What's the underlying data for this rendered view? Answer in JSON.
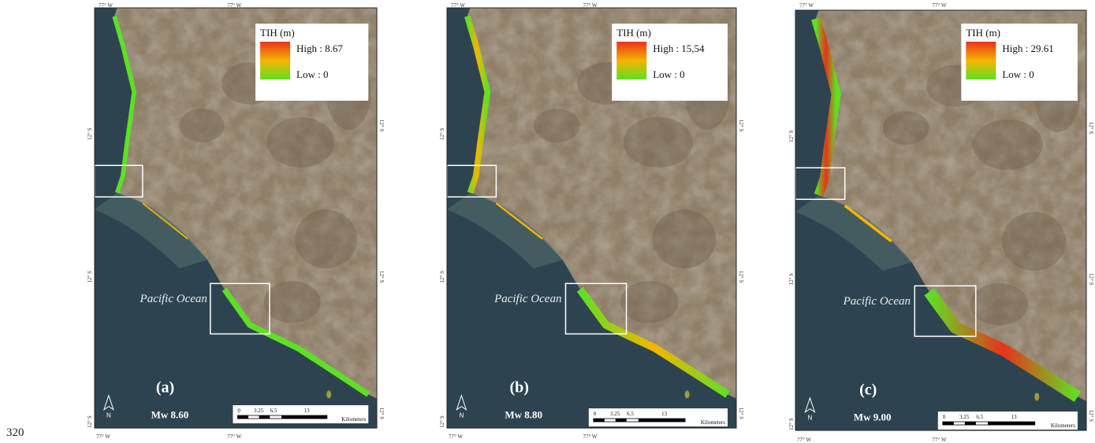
{
  "figure_line_number": "320",
  "labels": {
    "lon_top_left": "77° W",
    "lon_top_mid": "77° W",
    "lat_upper": "12° S",
    "lat_mid": "12° S",
    "lat_lower": "12° S",
    "lon_bottom_left": "77° W",
    "lon_bottom_mid": "77° W",
    "ocean": "Pacific Ocean",
    "legend_title": "TIH (m)",
    "north": "N",
    "scale_ticks": [
      "0",
      "3.25",
      "6.5",
      "13"
    ],
    "scale_unit": "Kilometers"
  },
  "panels": [
    {
      "letter": "(a)",
      "magnitude": "Mw 8.60",
      "legend_high": "High : 8.67",
      "legend_low": "Low : 0",
      "inundation_level": 0.29
    },
    {
      "letter": "(b)",
      "magnitude": "Mw 8.80",
      "legend_high": "High : 15,54",
      "legend_low": "Low : 0",
      "inundation_level": 0.52
    },
    {
      "letter": "(c)",
      "magnitude": "Mw 9.00",
      "legend_high": "High : 29.61",
      "legend_low": "Low : 0",
      "inundation_level": 1.0
    }
  ],
  "colors": {
    "ocean": "#2d4450",
    "land": "#8f7f68",
    "tih_high": "#e8321b",
    "tih_mid": "#f5b400",
    "tih_low": "#5ee024"
  }
}
